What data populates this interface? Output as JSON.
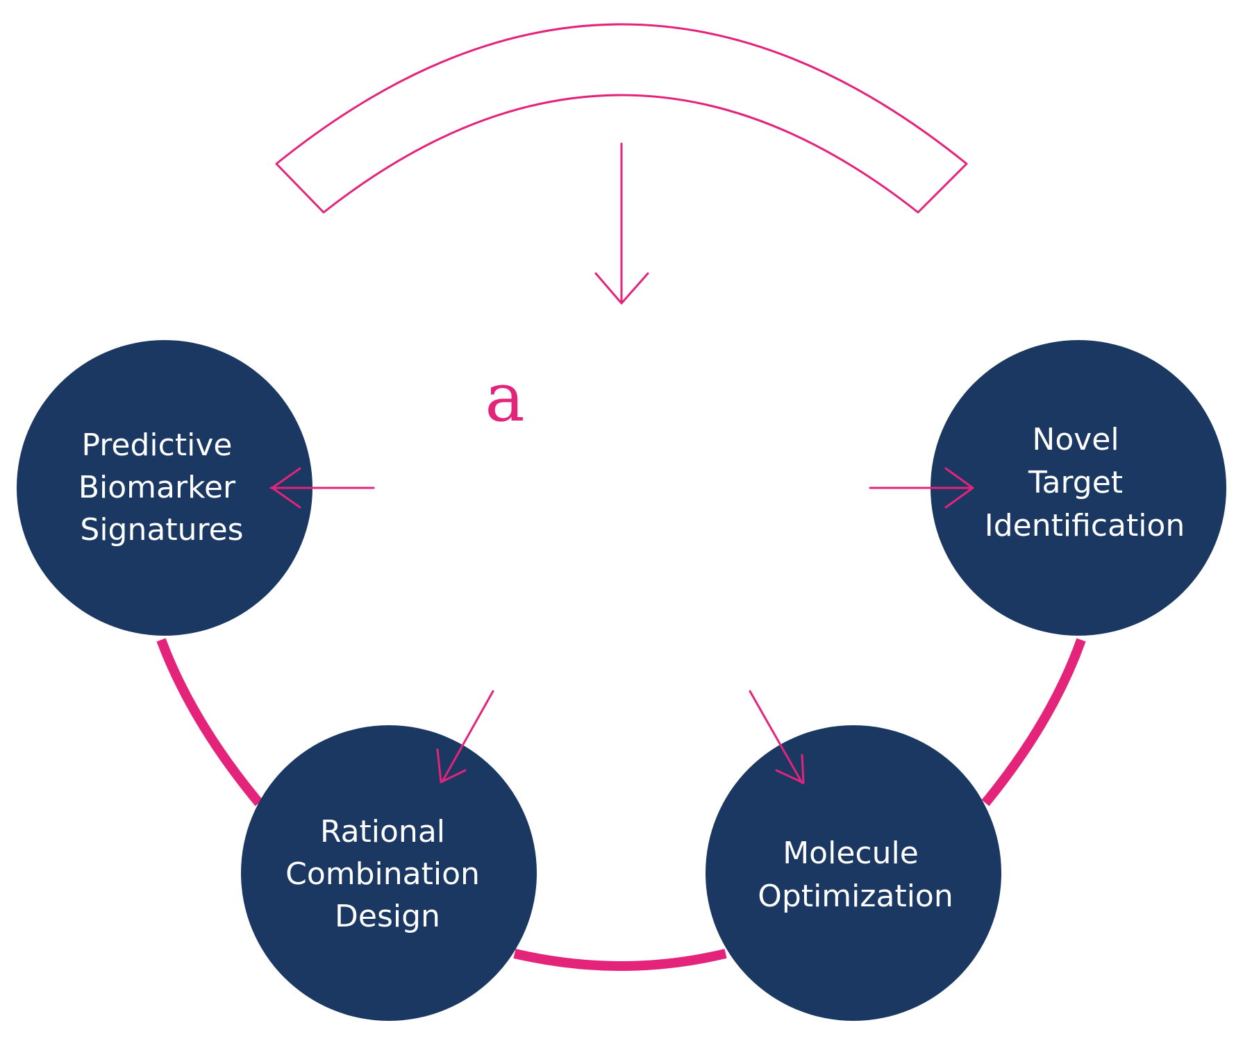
{
  "colors": {
    "accent": "#e3247a",
    "node_fill": "#1a3862",
    "node_text": "#ffffff",
    "background": "#ffffff"
  },
  "center": {
    "letter": "a"
  },
  "nodes": [
    {
      "id": "biomarker",
      "lines": [
        "Predictive",
        "Biomarker",
        "Signatures"
      ]
    },
    {
      "id": "target",
      "lines": [
        "Novel",
        "Target",
        "Identification"
      ]
    },
    {
      "id": "combination",
      "lines": [
        "Rational",
        "Combination",
        "Design"
      ]
    },
    {
      "id": "molecule",
      "lines": [
        "Molecule",
        "Optimization"
      ]
    }
  ]
}
